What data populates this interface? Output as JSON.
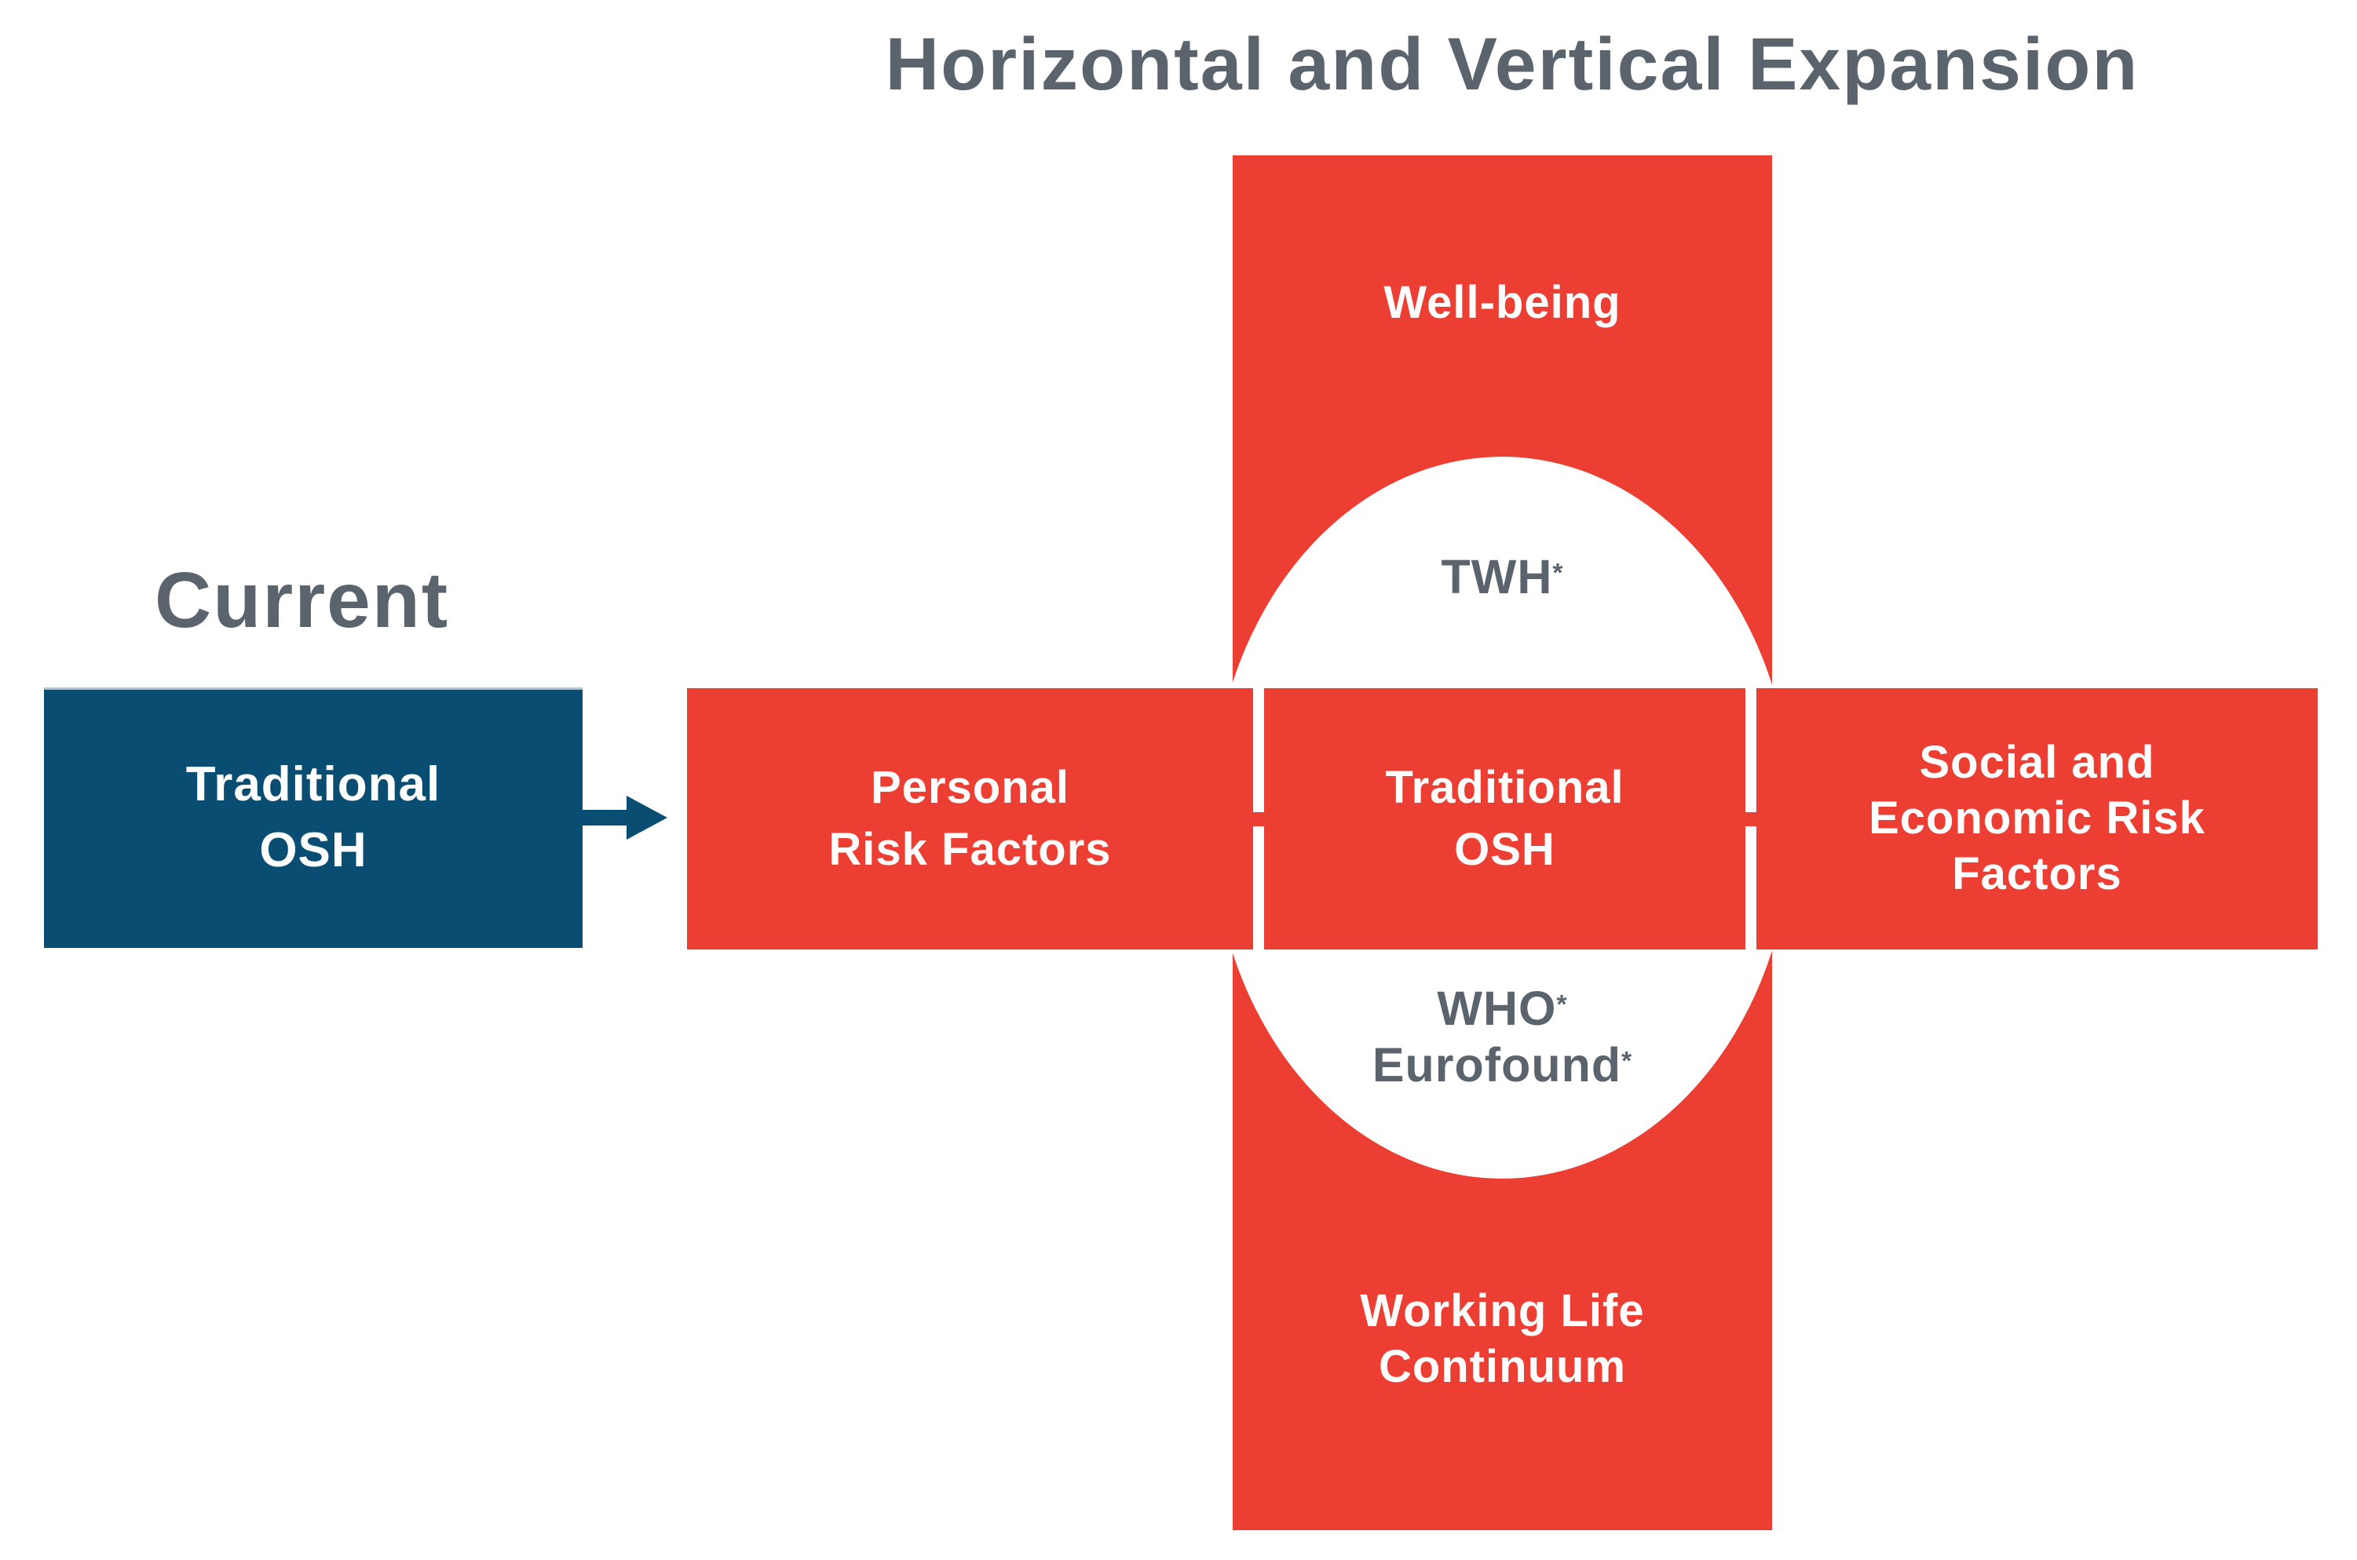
{
  "title": "Horizontal and Vertical Expansion",
  "current": {
    "heading": "Current",
    "box": {
      "line1": "Traditional",
      "line2": "OSH"
    }
  },
  "expansion": {
    "horizontal_bar": {
      "left_segment": {
        "line1": "Personal",
        "line2": "Risk Factors"
      },
      "center_segment": {
        "line1": "Traditional",
        "line2": "OSH"
      },
      "right_segment": {
        "line1": "Social and",
        "line2": "Economic Risk",
        "line3": "Factors"
      }
    },
    "vertical_bar": {
      "top_label": "Well-being",
      "bottom_label": {
        "line1": "Working Life",
        "line2": "Continuum"
      }
    },
    "ellipse_labels": {
      "top": {
        "text": "TWH",
        "sup": "*"
      },
      "bottom1": {
        "text": "WHO",
        "sup": "*"
      },
      "bottom2": {
        "text": "Eurofound",
        "sup": "*"
      }
    }
  },
  "colors": {
    "red": "#EC3E32",
    "blue": "#0A4D73",
    "gray": "#5B646C",
    "background": "#FFFFFF"
  }
}
